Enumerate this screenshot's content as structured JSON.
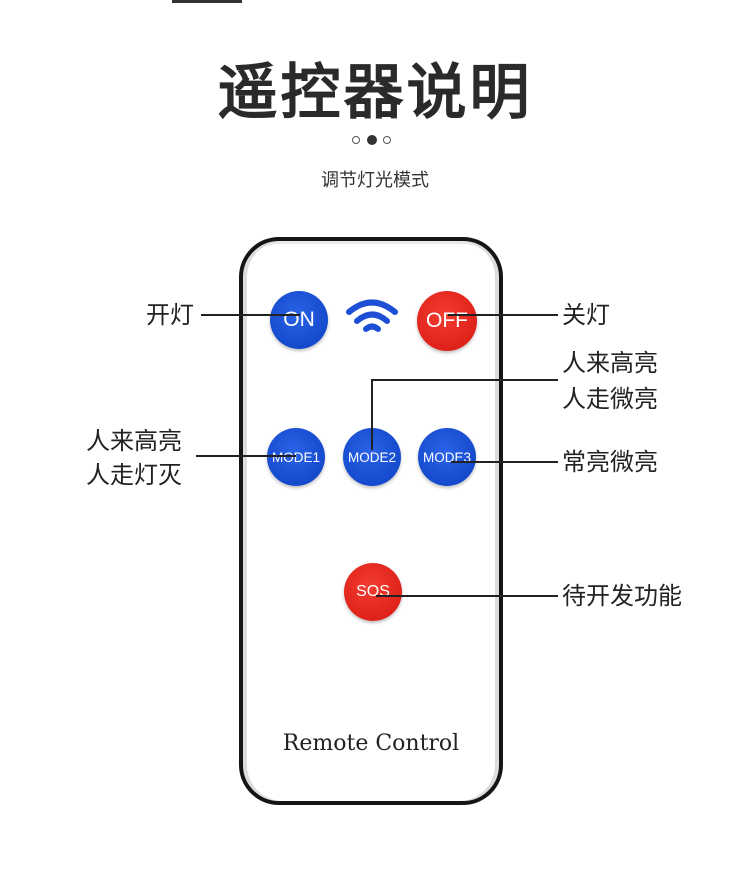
{
  "header": {
    "title": "遥控器说明",
    "subtitle": "调节灯光模式"
  },
  "remote": {
    "buttons": {
      "on": "ON",
      "off": "OFF",
      "mode1": "MODE1",
      "mode2": "MODE2",
      "mode3": "MODE3",
      "sos": "SOS"
    },
    "brand_text": "Remote Control"
  },
  "annotations": {
    "on": "开灯",
    "off": "关灯",
    "mode2_line1": "人来高亮",
    "mode2_line2": "人走微亮",
    "mode1_line1": "人来高亮",
    "mode1_line2": "人走灯灭",
    "mode3": "常亮微亮",
    "sos": "待开发功能"
  },
  "colors": {
    "blue_button": "#0b3fc0",
    "red_button": "#d6170f"
  }
}
